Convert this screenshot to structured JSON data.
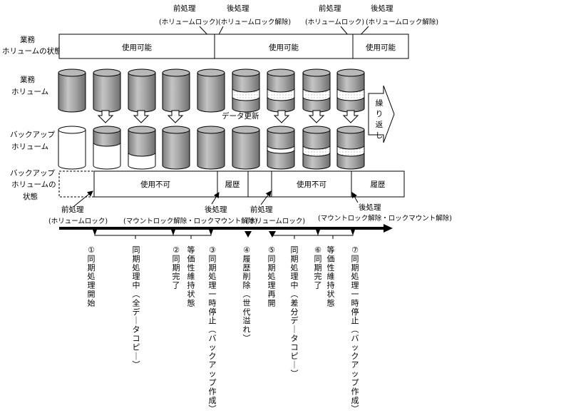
{
  "top_annotations": [
    {
      "line1": "前処理",
      "line2": "(ホリュームロック)"
    },
    {
      "line1": "後処理",
      "line2": "(ホリュームロック解除)"
    },
    {
      "line1": "前処理",
      "line2": "(ホリュームロック)"
    },
    {
      "line1": "後処理",
      "line2": "(ホリュームロック解除)"
    }
  ],
  "business_state": {
    "label_line1": "業務",
    "label_line2": "ホリュームの状態",
    "cells": [
      "使用可能",
      "使用可能",
      "使用可能"
    ]
  },
  "business_volume": {
    "label_line1": "業務",
    "label_line2": "ホリューム"
  },
  "backup_volume": {
    "label_line1": "バックアップ",
    "label_line2": "ホリューム"
  },
  "data_update": "データ更新",
  "repeat": [
    "繰",
    "り",
    "返",
    "し"
  ],
  "backup_state": {
    "label_line1": "バックアップ",
    "label_line2": "ホリュームの",
    "label_line3": "状態",
    "cells": [
      "使用不可",
      "履歴",
      "使用不可",
      "履歴"
    ]
  },
  "bottom_annotations": [
    {
      "line1": "前処理",
      "line2": "(ホリュームロック)"
    },
    {
      "line1": "後処理",
      "line2": "(マウントロック解除・ロックマウント解除)"
    },
    {
      "line1": "前処理",
      "line2": "(ホリュームロック)"
    },
    {
      "line1": "後処理",
      "line2": "(マウントロック解除・ロックマウント解除)"
    }
  ],
  "timeline_events": [
    "①同期処理開始",
    "同期処理中(全データコピー)",
    "②同期完了",
    "等価性維持状態",
    "③同期処理一時停止(バックアップ作成)",
    "④履歴削除(世代溢れ)",
    "⑤同期処理再開",
    "同期処理中(差分データコピー)",
    "⑥同期完了",
    "等価性維持状態",
    "⑦同期処理一時停止(バックアップ作成)"
  ]
}
